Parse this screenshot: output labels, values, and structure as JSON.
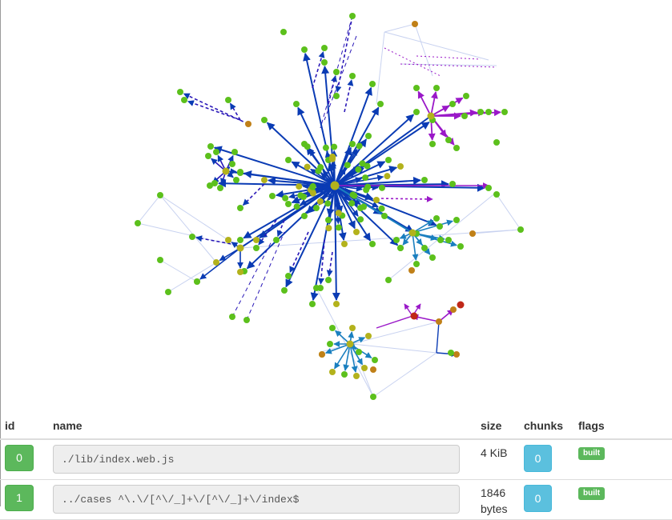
{
  "colors": {
    "edge_main": "#0a3bb4",
    "edge_dashed": "#2a18b8",
    "edge_purple": "#9a18c8",
    "edge_teal": "#1a7fbf",
    "edge_faint": "#c8d2f0",
    "node_green": "#5cc01c",
    "node_olive": "#b3b21c",
    "node_orange": "#c08018",
    "node_red": "#c02818",
    "id_button": "#5cb85c",
    "chunk_button": "#5bc0de",
    "flag_label": "#5cb85c"
  },
  "graph": {
    "description_icon": "dependency-graph"
  },
  "table": {
    "headers": {
      "id": "id",
      "name": "name",
      "size": "size",
      "chunks": "chunks",
      "flags": "flags"
    },
    "rows": [
      {
        "id": "0",
        "name": "./lib/index.web.js",
        "size": "4 KiB",
        "chunks": "0",
        "flag": "built"
      },
      {
        "id": "1",
        "name": "../cases ^\\.\\/[^\\/_]+\\/[^\\/_]+\\/index$",
        "size": "1846 bytes",
        "chunks": "0",
        "flag": "built"
      }
    ]
  }
}
